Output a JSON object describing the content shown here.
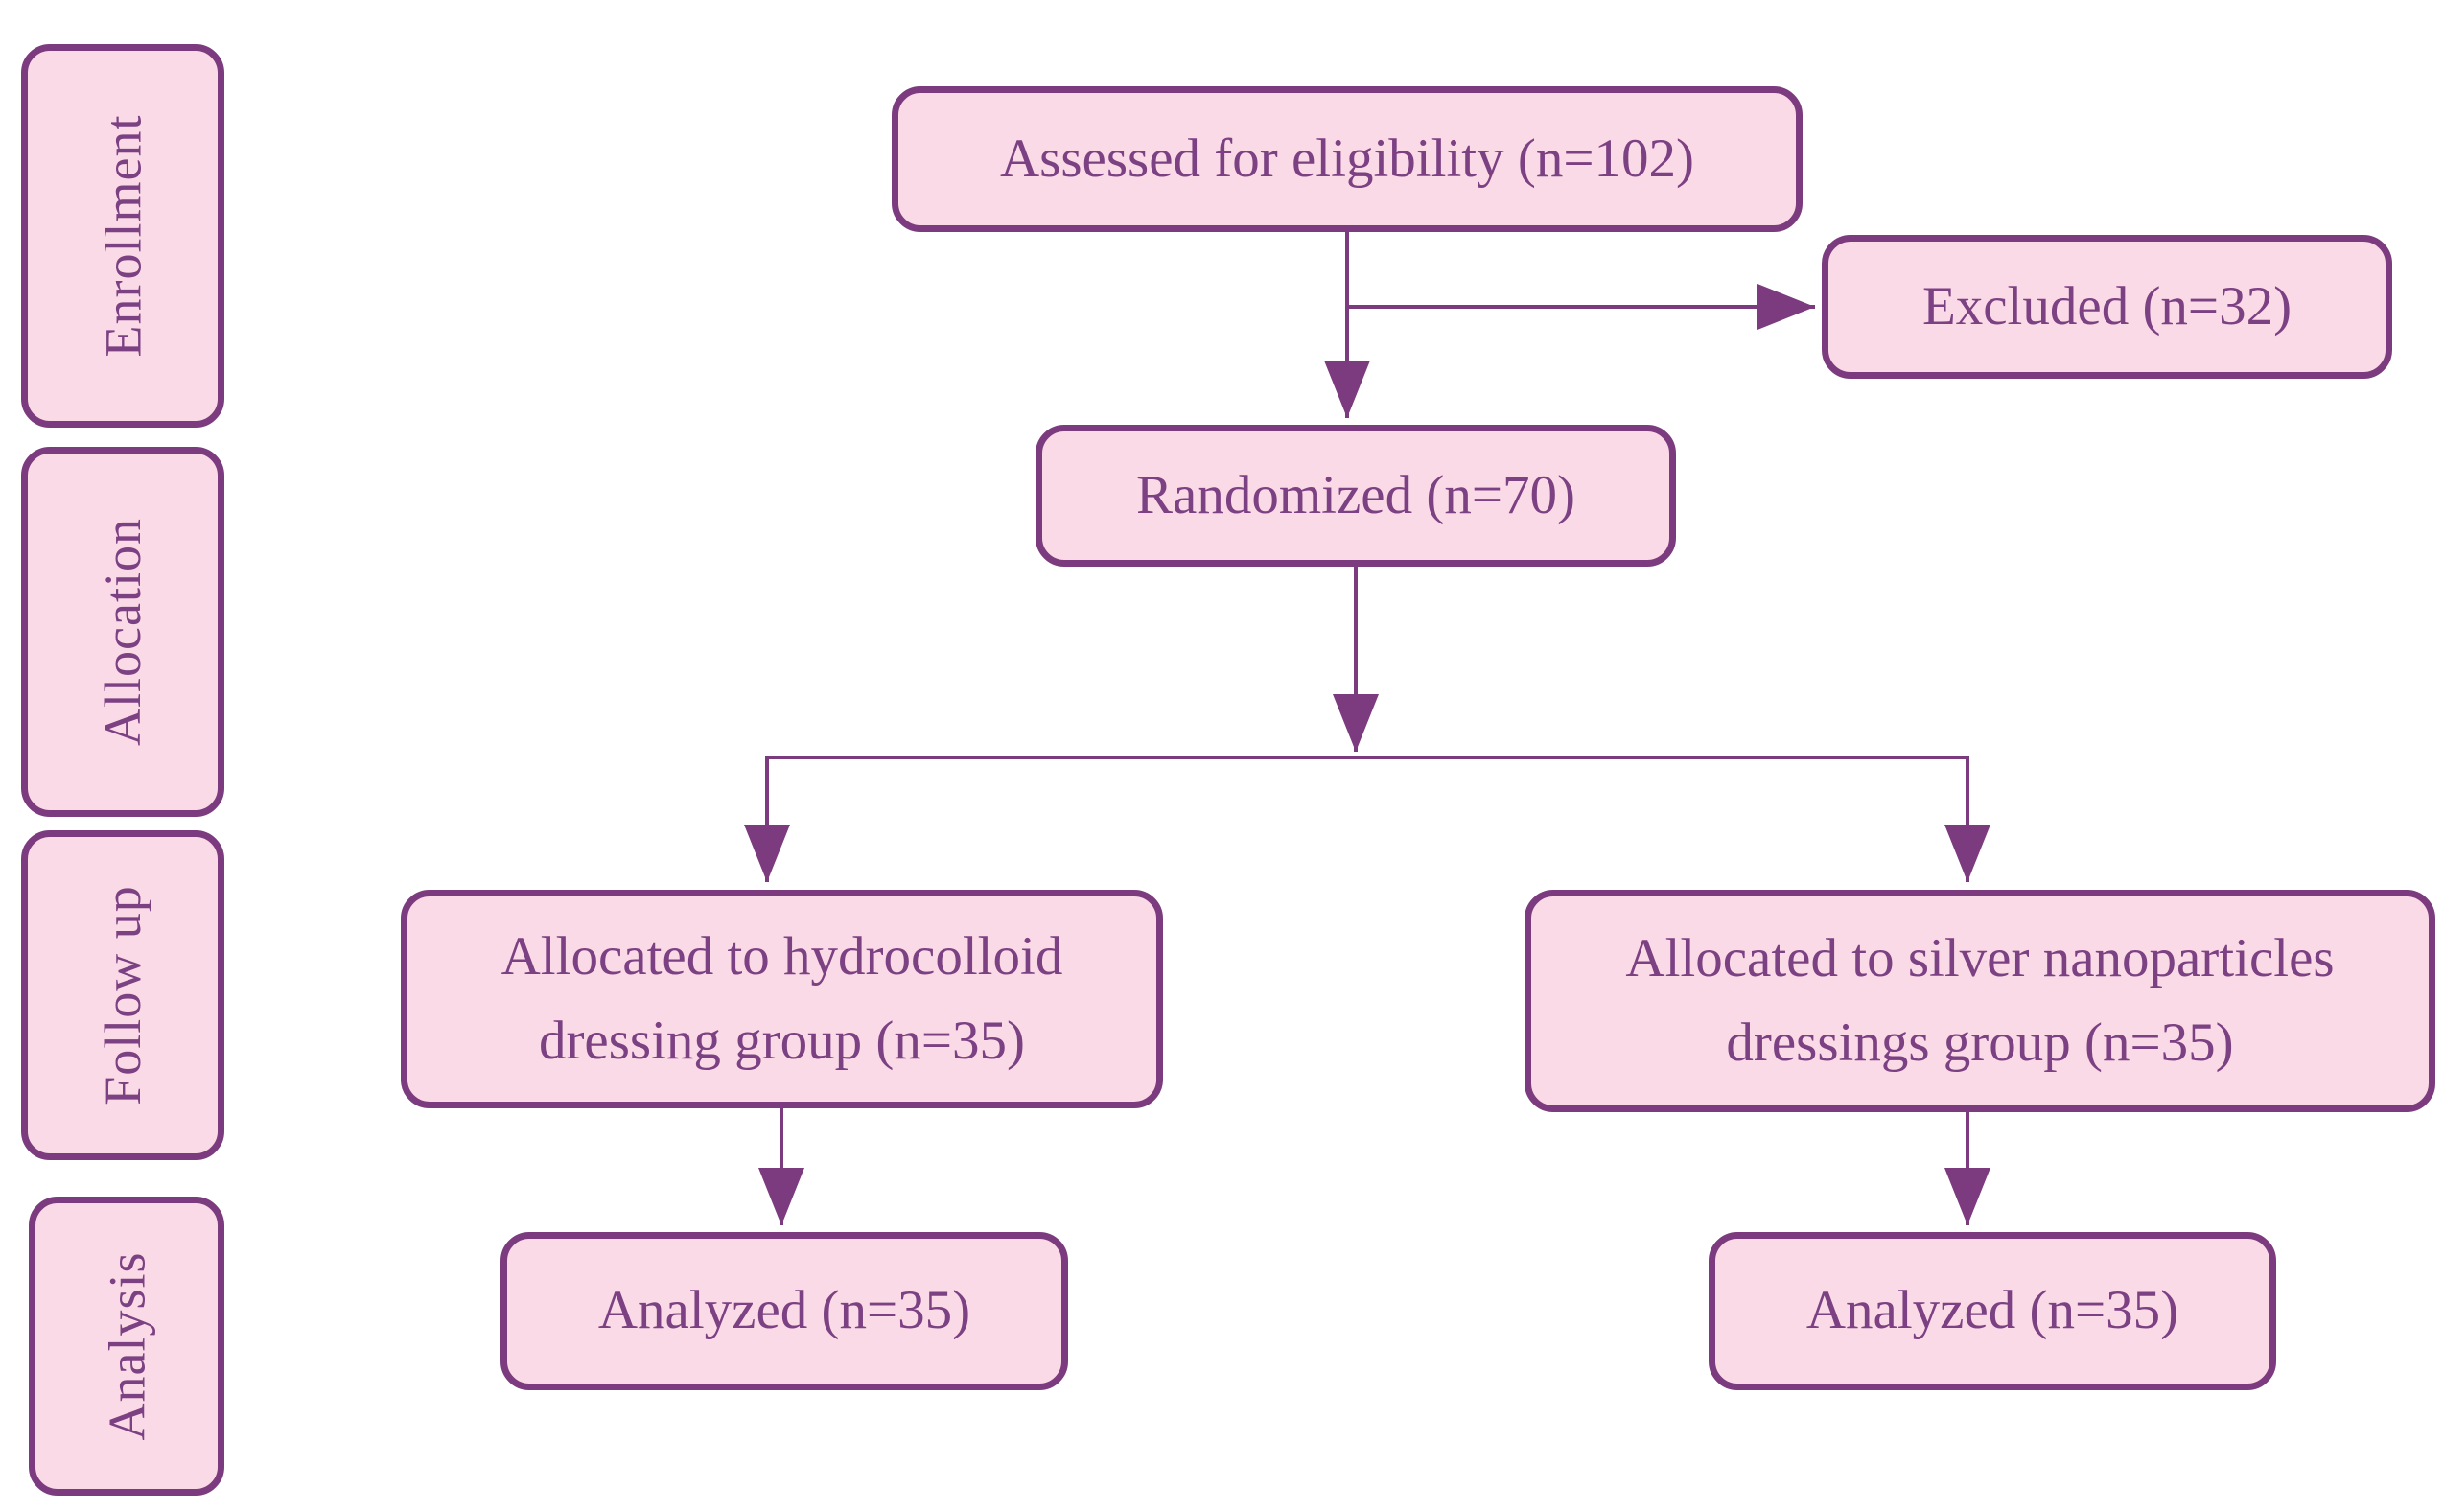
{
  "colors": {
    "background": "#ffffff",
    "box_fill": "#fbdae7",
    "box_border": "#7c3b7e",
    "text": "#7b4183",
    "arrow": "#7c3b7e"
  },
  "sidebar": {
    "stages": [
      {
        "label": "Enrollment"
      },
      {
        "label": "Allocation"
      },
      {
        "label": "Follow up"
      },
      {
        "label": "Analysis"
      }
    ]
  },
  "flow": {
    "assessed": {
      "label": "Assessed for eligibility (n=102)",
      "n": 102
    },
    "excluded": {
      "label": "Excluded (n=32)",
      "n": 32
    },
    "randomized": {
      "label": "Randomized (n=70)",
      "n": 70
    },
    "allocated_hydrocolloid": {
      "label": "Allocated to hydrocolloid\ndressing group (n=35)",
      "n": 35
    },
    "allocated_silver": {
      "label": "Allocated to silver nanoparticles\ndressings group (n=35)",
      "n": 35
    },
    "analyzed_hydrocolloid": {
      "label": "Analyzed (n=35)",
      "n": 35
    },
    "analyzed_silver": {
      "label": "Analyzed (n=35)",
      "n": 35
    }
  }
}
